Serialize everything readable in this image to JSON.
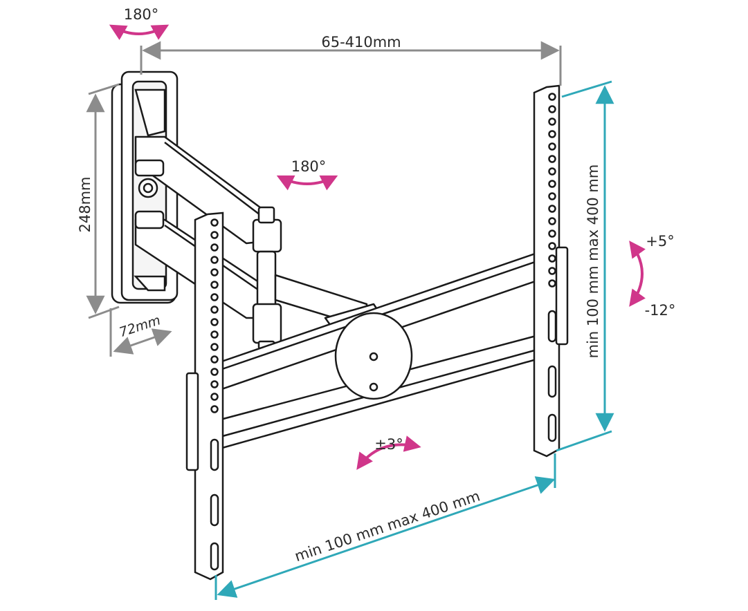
{
  "labels": {
    "rot_top": "180°",
    "width_range": "65-410mm",
    "rot_arm": "180°",
    "height_plate": "248mm",
    "depth_plate": "72mm",
    "tilt_up": "+5°",
    "tilt_down": "-12°",
    "vesa_vertical": "min 100 mm max 400 mm",
    "vesa_horizontal": "min 100 mm max 400 mm",
    "level_adjust": "±3°"
  },
  "colors": {
    "line": "#1a1a1a",
    "dimension_gray": "#8c8c8c",
    "dimension_teal": "#2fa8b8",
    "rotation_magenta": "#d0368a",
    "fill_light": "#f2f2f2"
  }
}
